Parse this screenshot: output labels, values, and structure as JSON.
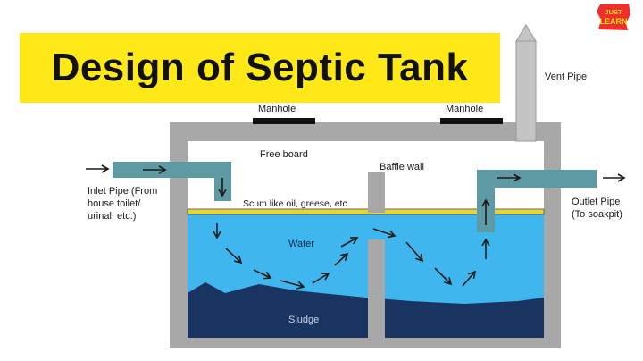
{
  "title": "Design of Septic Tank",
  "logo": {
    "line1": "JUST",
    "line2": "LEARN"
  },
  "labels": {
    "manhole": "Manhole",
    "vent_pipe": "Vent Pipe",
    "free_board": "Free board",
    "baffle_wall": "Baffle wall",
    "scum": "Scum like oil, greese, etc.",
    "water": "Water",
    "sludge": "Sludge",
    "inlet": "Inlet Pipe (From\nhouse toilet/\nurinal, etc.)",
    "outlet": "Outlet Pipe\n(To soakpit)"
  },
  "colors": {
    "banner": "#ffe817",
    "tank_wall": "#a8a8a8",
    "water": "#3fb6ee",
    "sludge": "#1a3461",
    "scum": "#e6d536",
    "pipe": "#5e9aa3",
    "arrow": "#1a1a1a",
    "logo_bg": "#ee2f2c",
    "logo_text": "#ffe817"
  }
}
